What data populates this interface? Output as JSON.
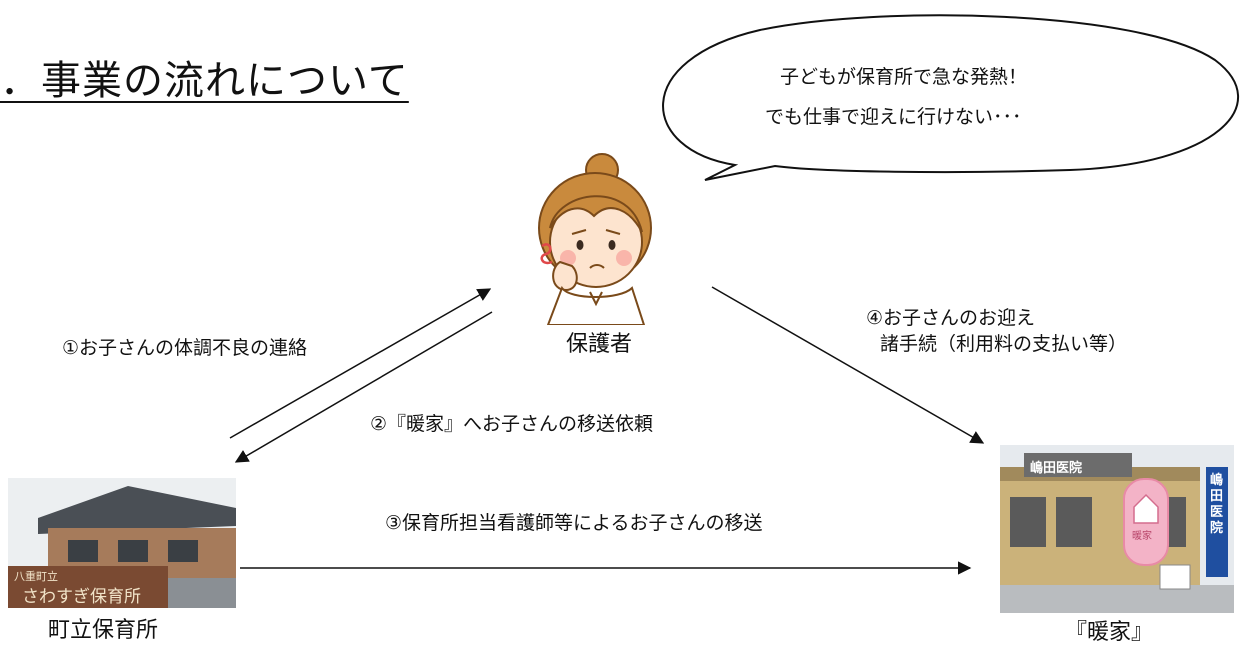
{
  "title": "．事業の流れについて",
  "speech": {
    "line1": "子どもが保育所で急な発熱！",
    "line2": "でも仕事で迎えに行けない･･･"
  },
  "nodes": {
    "parent": "保護者",
    "nursery": "町立保育所",
    "clinic": "『暖家』"
  },
  "steps": {
    "step1": "①お子さんの体調不良の連絡",
    "step2": "②『暖家』へお子さんの移送依頼",
    "step3": "③保育所担当看護師等によるお子さんの移送",
    "step4_line1": "④お子さんのお迎え",
    "step4_line2": "諸手続（利用料の支払い等）"
  },
  "photos": {
    "nursery_sign_line1": "八重町立",
    "nursery_sign_line2": "さわすぎ保育所",
    "clinic_sign_top": "嶋田医院",
    "clinic_sign_vertical": "嶋田医院",
    "clinic_board_text": "暖家"
  },
  "icons": {
    "parent": "worried-woman-illustration",
    "nursery": "nursery-building-photo",
    "clinic": "clinic-building-photo"
  }
}
